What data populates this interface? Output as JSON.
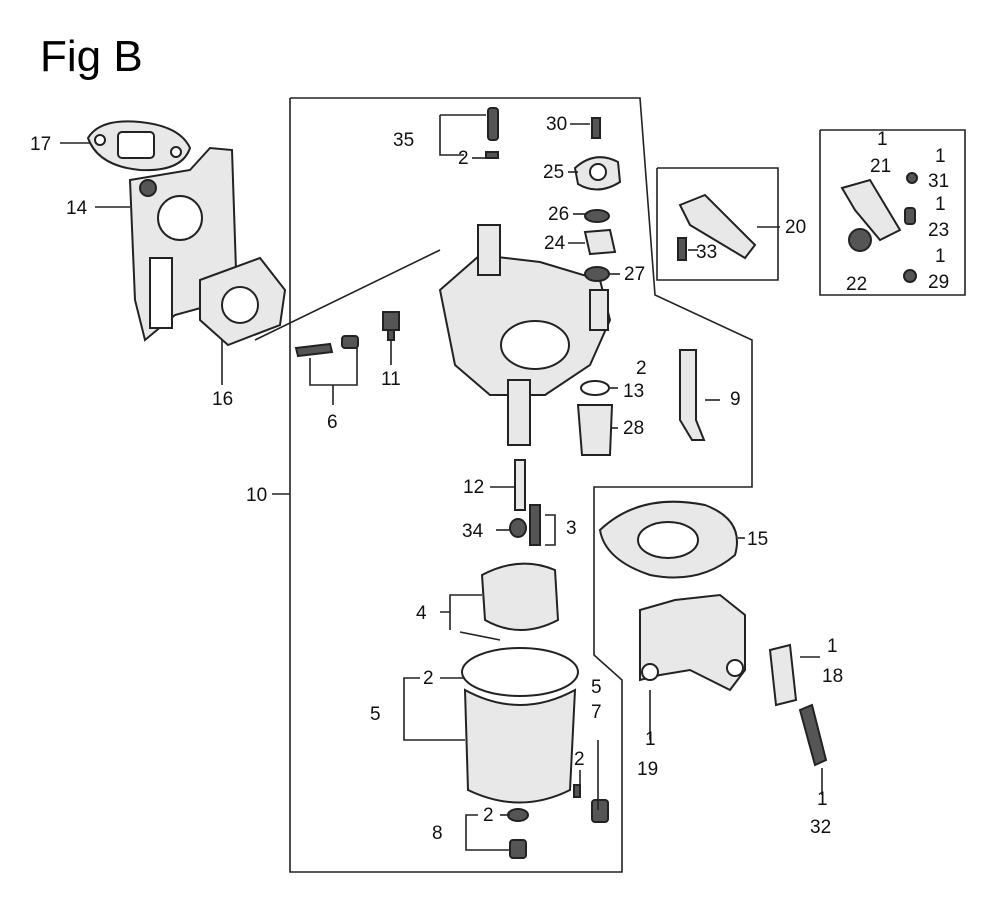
{
  "figure": {
    "title": "Fig B"
  },
  "callouts": [
    {
      "id": "c17",
      "text": "17"
    },
    {
      "id": "c14",
      "text": "14"
    },
    {
      "id": "c16",
      "text": "16"
    },
    {
      "id": "c35",
      "text": "35"
    },
    {
      "id": "c35q",
      "text": "2"
    },
    {
      "id": "c30",
      "text": "30"
    },
    {
      "id": "c25",
      "text": "25"
    },
    {
      "id": "c26",
      "text": "26"
    },
    {
      "id": "c24",
      "text": "24"
    },
    {
      "id": "c27",
      "text": "27"
    },
    {
      "id": "c20",
      "text": "20"
    },
    {
      "id": "c33",
      "text": "33"
    },
    {
      "id": "c21q",
      "text": "1"
    },
    {
      "id": "c21",
      "text": "21"
    },
    {
      "id": "c31q",
      "text": "1"
    },
    {
      "id": "c31",
      "text": "31"
    },
    {
      "id": "c23q",
      "text": "1"
    },
    {
      "id": "c23",
      "text": "23"
    },
    {
      "id": "c22",
      "text": "22"
    },
    {
      "id": "c29q",
      "text": "1"
    },
    {
      "id": "c29",
      "text": "29"
    },
    {
      "id": "c11",
      "text": "11"
    },
    {
      "id": "c6",
      "text": "6"
    },
    {
      "id": "c13q",
      "text": "2"
    },
    {
      "id": "c13",
      "text": "13"
    },
    {
      "id": "c28",
      "text": "28"
    },
    {
      "id": "c9",
      "text": "9"
    },
    {
      "id": "c10",
      "text": "10"
    },
    {
      "id": "c12",
      "text": "12"
    },
    {
      "id": "c34",
      "text": "34"
    },
    {
      "id": "c3",
      "text": "3"
    },
    {
      "id": "c15",
      "text": "15"
    },
    {
      "id": "c4",
      "text": "4"
    },
    {
      "id": "c5",
      "text": "5"
    },
    {
      "id": "c5q",
      "text": "2"
    },
    {
      "id": "c5b",
      "text": "5"
    },
    {
      "id": "c7",
      "text": "7"
    },
    {
      "id": "c7q",
      "text": "2"
    },
    {
      "id": "c8",
      "text": "8"
    },
    {
      "id": "c8q",
      "text": "2"
    },
    {
      "id": "c18q",
      "text": "1"
    },
    {
      "id": "c18",
      "text": "18"
    },
    {
      "id": "c19q",
      "text": "1"
    },
    {
      "id": "c19",
      "text": "19"
    },
    {
      "id": "c32q",
      "text": "1"
    },
    {
      "id": "c32",
      "text": "32"
    }
  ]
}
